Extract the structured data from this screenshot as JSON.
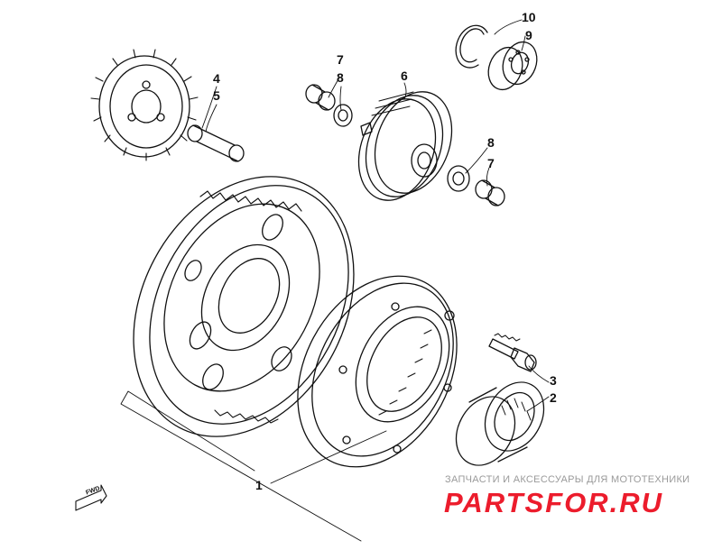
{
  "callouts": {
    "p1": "1",
    "p2": "2",
    "p3": "3",
    "p4": "4",
    "p5": "5",
    "p6": "6",
    "p7a": "7",
    "p8a": "8",
    "p7b": "7",
    "p8b": "8",
    "p9": "9",
    "p10": "10"
  },
  "forward_label": "FWD",
  "watermark": {
    "caption": "ЗАПЧАСТИ И АКСЕССУАРЫ ДЛЯ МОТОТЕХНИКИ",
    "logo": "PARTSFOR.RU",
    "logo_color": "#ec1c2c"
  },
  "colors": {
    "line": "#111111",
    "background": "#ffffff"
  }
}
